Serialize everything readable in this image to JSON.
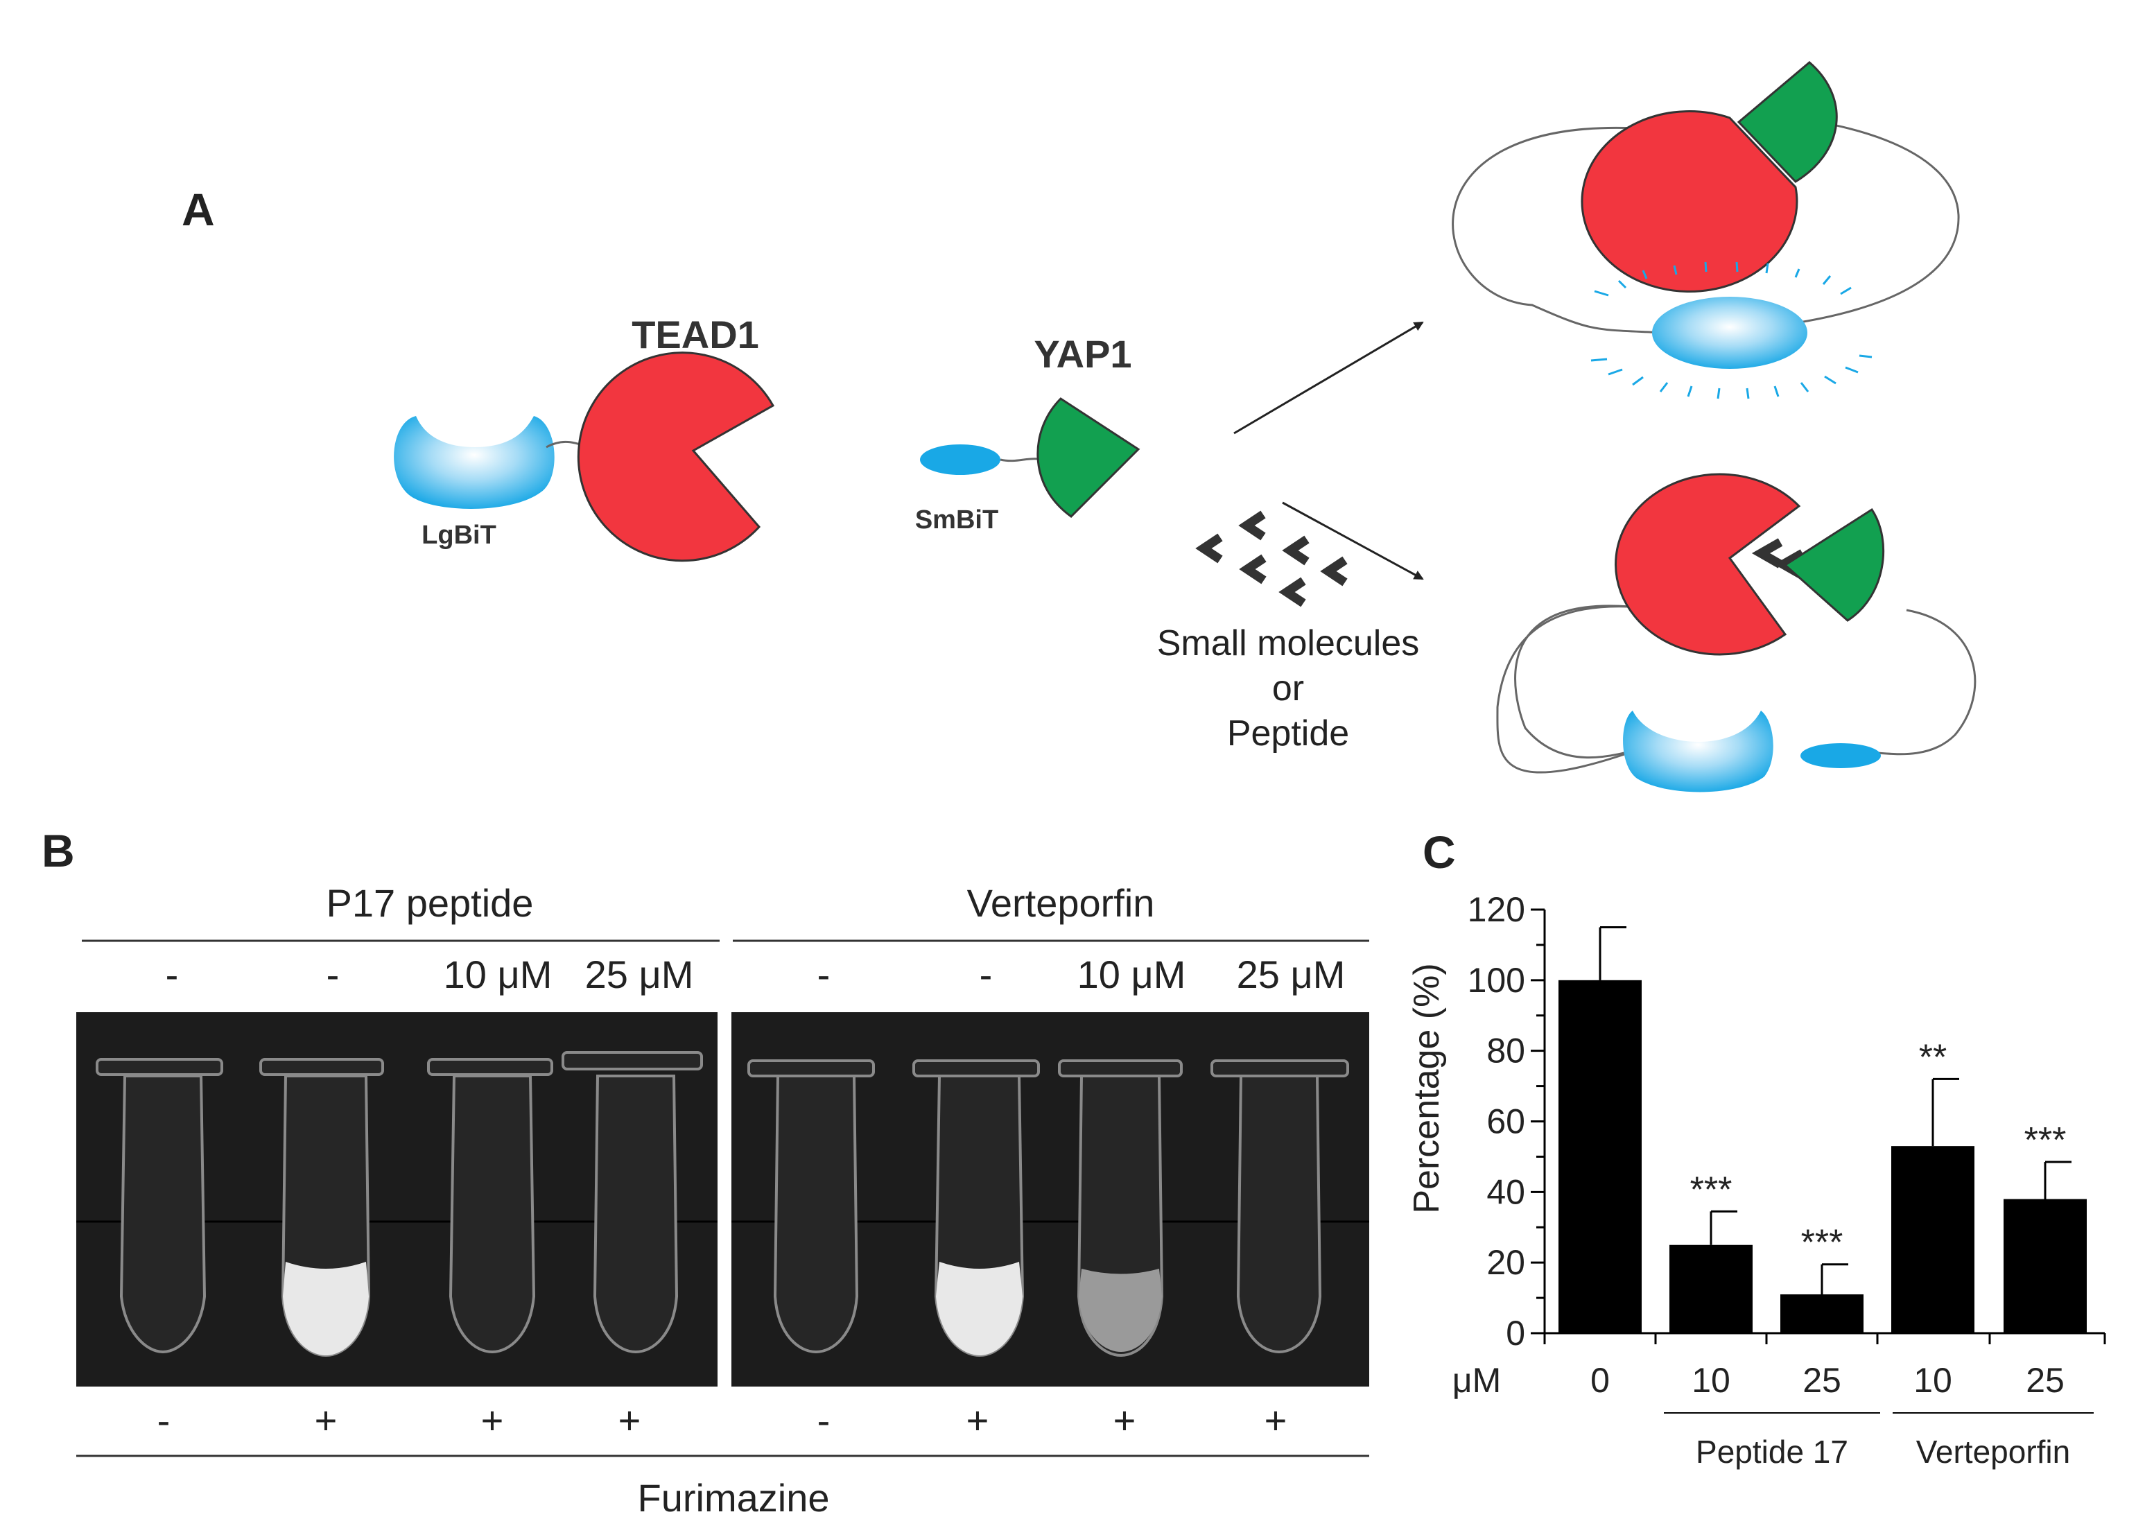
{
  "panels": {
    "a": "A",
    "b": "B",
    "c": "C"
  },
  "panel_a": {
    "tead1": "TEAD1",
    "yap1": "YAP1",
    "lgbit": "LgBiT",
    "smbit": "SmBiT",
    "inhibitor_lines": [
      "Small molecules",
      "or",
      "Peptide"
    ],
    "colors": {
      "tead": "#f2363f",
      "yap": "#12a050",
      "nluc": "#19a8e6",
      "inhibitor": "#333333"
    }
  },
  "panel_b": {
    "groups": [
      {
        "title": "P17 peptide",
        "doses": [
          "-",
          "-",
          "10 μM",
          "25 μM"
        ],
        "furimazine": [
          "-",
          "+",
          "+",
          "+"
        ]
      },
      {
        "title": "Verteporfin",
        "doses": [
          "-",
          "-",
          "10 μM",
          "25 μM"
        ],
        "furimazine": [
          "-",
          "+",
          "+",
          "+"
        ]
      }
    ],
    "footer": "Furimazine"
  },
  "chart_data": {
    "type": "bar",
    "categories": [
      "0",
      "10",
      "25",
      "10",
      "25"
    ],
    "values": [
      100,
      25,
      11,
      53,
      38
    ],
    "errors": [
      15,
      9.5,
      8.5,
      19,
      10.5
    ],
    "significance": [
      "",
      "***",
      "***",
      "**",
      "***"
    ],
    "groups": [
      {
        "label": "Peptide 17",
        "categories": [
          1,
          2
        ]
      },
      {
        "label": "Verteporfin",
        "categories": [
          3,
          4
        ]
      }
    ],
    "xlabel": "μM",
    "ylabel": "Percentage (%)",
    "ylim": [
      0,
      120
    ],
    "yticks": [
      0,
      20,
      40,
      60,
      80,
      100,
      120
    ],
    "bar_color": "#000000"
  }
}
